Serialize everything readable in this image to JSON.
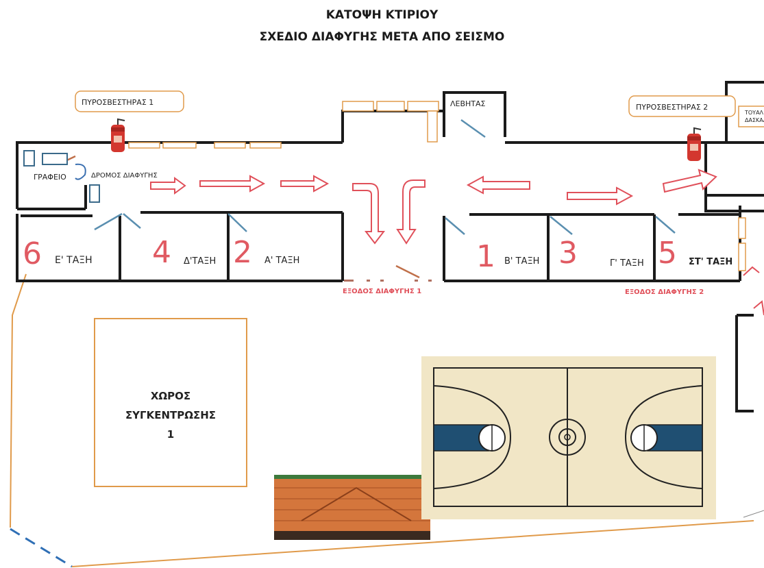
{
  "header": {
    "title": "ΚΑΤΟΨΗ ΚΤΙΡΙΟΥ",
    "subtitle": "ΣΧΕΔΙΟ ΔΙΑΦΥΓΗΣ ΜΕΤΑ ΑΠΟ ΣΕΙΣΜΟ"
  },
  "labels": {
    "extinguisher_1": "ΠΥΡΟΣΒΕΣΤΗΡΑΣ  1",
    "extinguisher_2": "ΠΥΡΟΣΒΕΣΤΗΡΑΣ  2",
    "boiler": "ΛΕΒΗΤΑΣ",
    "teachers_wc_1": "ΤΟΥΑΛ",
    "teachers_wc_2": "ΔΑΣΚΑΛ",
    "office": "ΓΡΑΦΕΙΟ",
    "escape_route": "ΔΡΟΜΟΣ ΔΙΑΦΥΓΗΣ",
    "exit_1": "ΕΞΟΔΟΣ ΔΙΑΦΥΓΗΣ 1",
    "exit_2": "ΕΞΟΔΟΣ ΔΙΑΦΥΓΗΣ 2",
    "assembly_1": "ΧΩΡΟΣ",
    "assembly_2": "ΣΥΓΚΕΝΤΡΩΣΗΣ",
    "assembly_3": "1"
  },
  "classrooms": [
    {
      "number": "6",
      "name": "Ε' ΤΑΞΗ"
    },
    {
      "number": "4",
      "name": "Δ'ΤΑΞΗ"
    },
    {
      "number": "2",
      "name": "Α' ΤΑΞΗ"
    },
    {
      "number": "1",
      "name": "Β' ΤΑΞΗ"
    },
    {
      "number": "3",
      "name": "Γ' ΤΑΞΗ"
    },
    {
      "number": "5",
      "name": "ΣΤ' ΤΑΞΗ"
    }
  ],
  "colors": {
    "wall": "#1a1a1a",
    "arrow": "#e0505a",
    "orange": "#e09a4a",
    "court": "#f1e6c6",
    "key": "#1f4f72",
    "door": "#5a8fb0"
  }
}
